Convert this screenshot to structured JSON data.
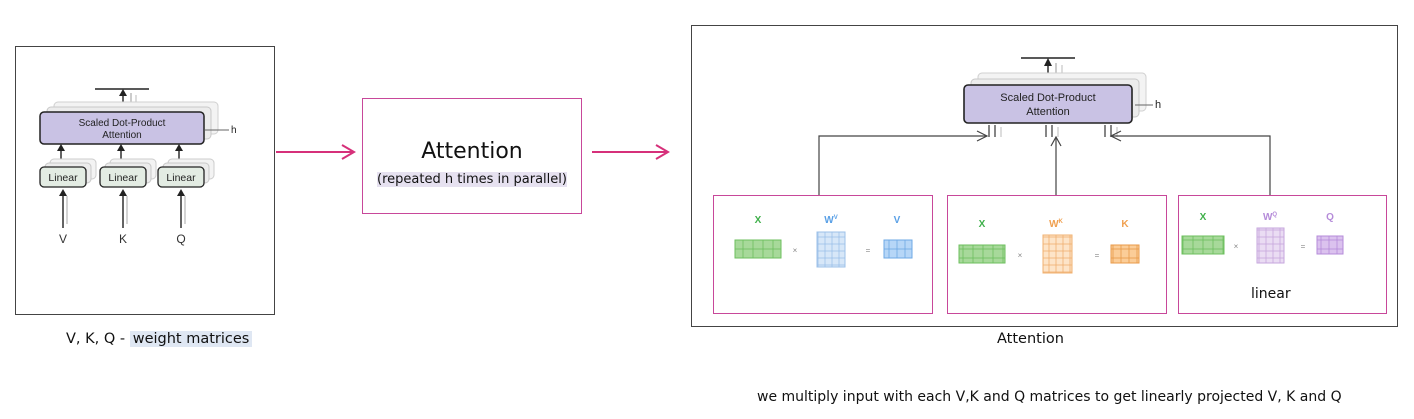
{
  "left_panel": {
    "block_label_line1": "Scaled Dot-Product",
    "block_label_line2": "Attention",
    "h_label": "h",
    "linear_labels": [
      "Linear",
      "Linear",
      "Linear"
    ],
    "inputs": [
      "V",
      "K",
      "Q"
    ],
    "caption_prefix": "V, K, Q -",
    "caption_highlight": "weight matrices"
  },
  "middle_box": {
    "title": "Attention",
    "subtitle": "(repeated h times in parallel)"
  },
  "right_panel": {
    "block_label_line1": "Scaled Dot-Product",
    "block_label_line2": "Attention",
    "h_label": "h",
    "caption": "Attention",
    "footer": "we multiply input with each V,K and Q matrices to get linearly projected V, K and Q",
    "boxes": [
      {
        "input": "X",
        "weight": "W",
        "weight_sup": "V",
        "output": "V",
        "times": "×",
        "equals": "=",
        "output_color": "#5aa0e6"
      },
      {
        "input": "X",
        "weight": "W",
        "weight_sup": "K",
        "output": "K",
        "times": "×",
        "equals": "=",
        "output_color": "#f0a050"
      },
      {
        "input": "X",
        "weight": "W",
        "weight_sup": "Q",
        "output": "Q",
        "times": "×",
        "equals": "=",
        "output_color": "#b58bd9",
        "note": "linear"
      }
    ]
  },
  "colors": {
    "arrow": "#d6307a",
    "box_border": "#c8479a",
    "block_fill": "#c9c2e4",
    "linear_fill": "#e3ece3",
    "x_color": "#3fb04a"
  }
}
